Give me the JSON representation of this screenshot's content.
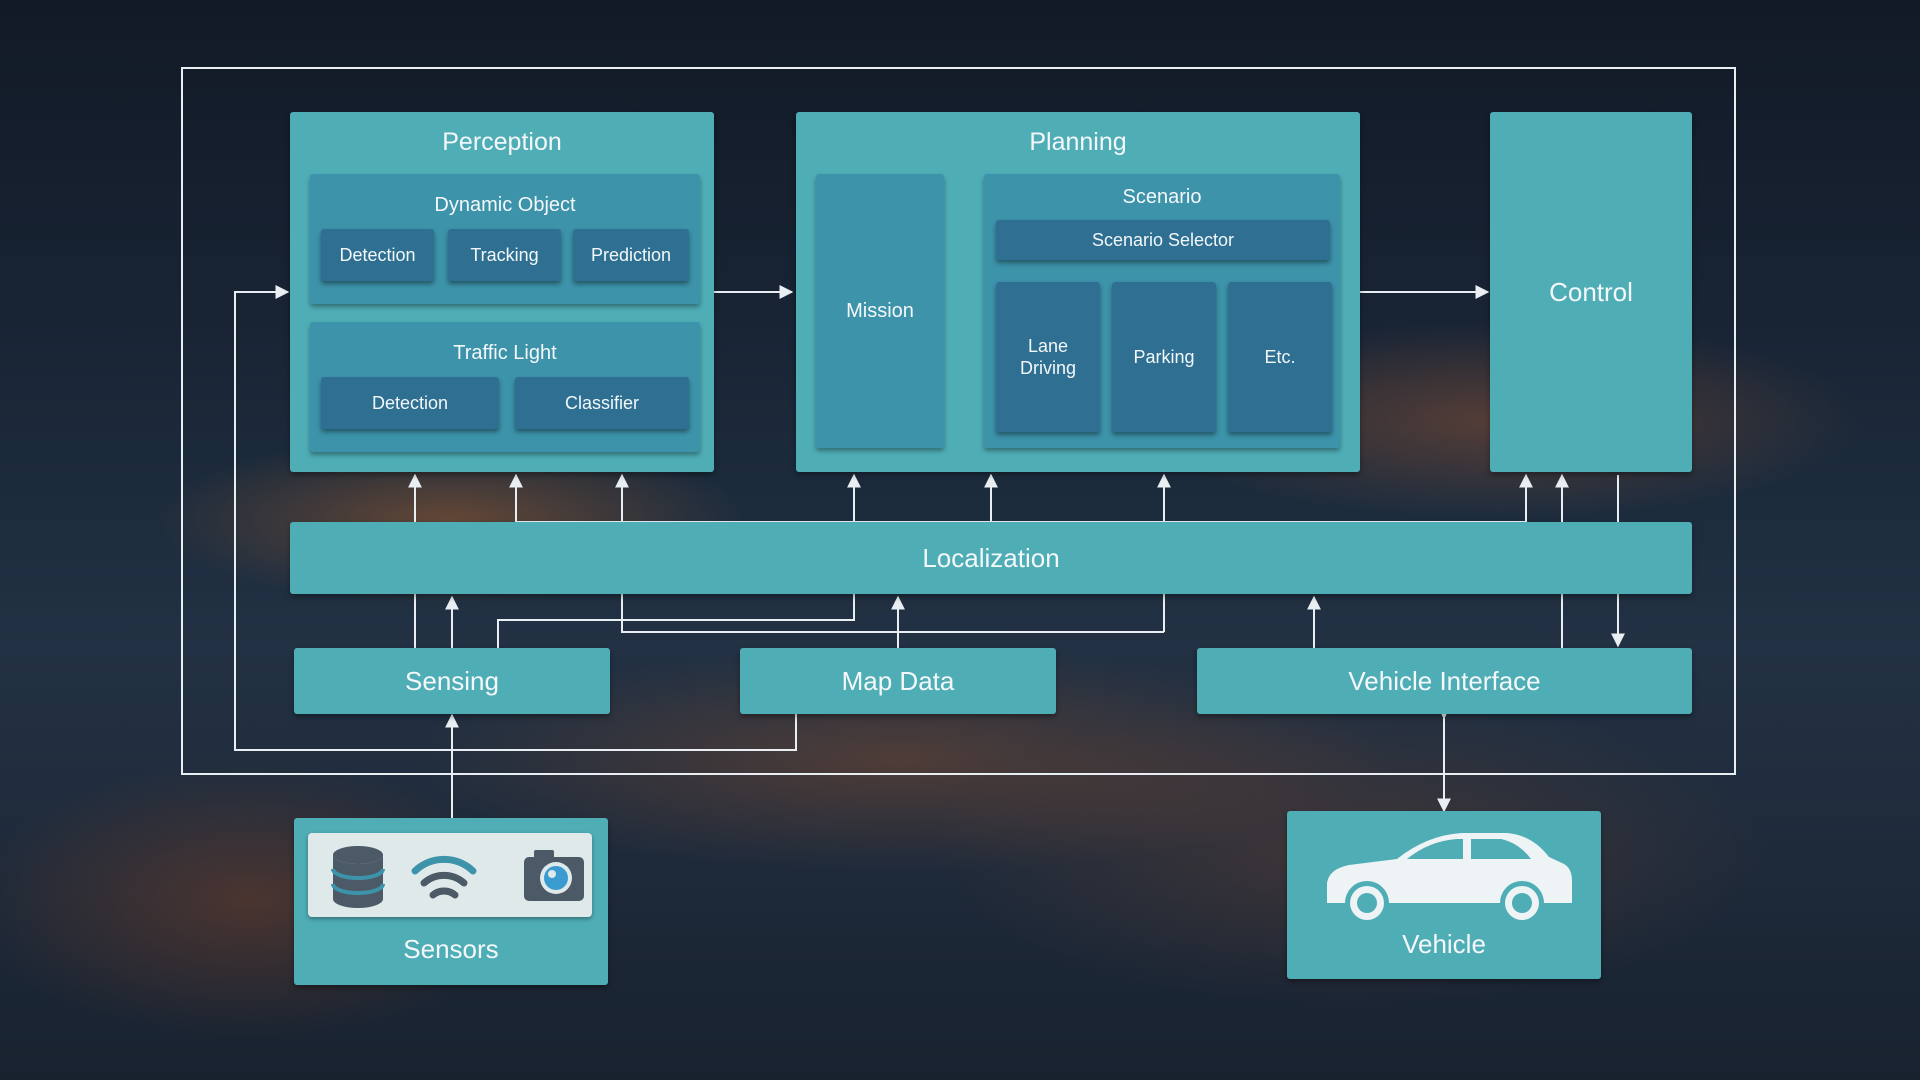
{
  "perception": {
    "title": "Perception",
    "dynamic_object": {
      "title": "Dynamic Object",
      "items": [
        "Detection",
        "Tracking",
        "Prediction"
      ]
    },
    "traffic_light": {
      "title": "Traffic Light",
      "items": [
        "Detection",
        "Classifier"
      ]
    }
  },
  "planning": {
    "title": "Planning",
    "mission": "Mission",
    "scenario": {
      "title": "Scenario",
      "selector": "Scenario Selector",
      "items": [
        "Lane\nDriving",
        "Parking",
        "Etc."
      ]
    }
  },
  "control": {
    "title": "Control"
  },
  "localization": {
    "title": "Localization"
  },
  "sensing": {
    "title": "Sensing"
  },
  "map_data": {
    "title": "Map Data"
  },
  "vehicle_interface": {
    "title": "Vehicle Interface"
  },
  "sensors": {
    "title": "Sensors",
    "icons": [
      "database-icon",
      "wifi-icon",
      "camera-icon"
    ]
  },
  "vehicle": {
    "title": "Vehicle",
    "icon": "car-icon"
  },
  "colors": {
    "block": "#4fadb6",
    "inner": "#3c93aa",
    "chip": "#2f7092",
    "wire": "#e8eef2"
  }
}
